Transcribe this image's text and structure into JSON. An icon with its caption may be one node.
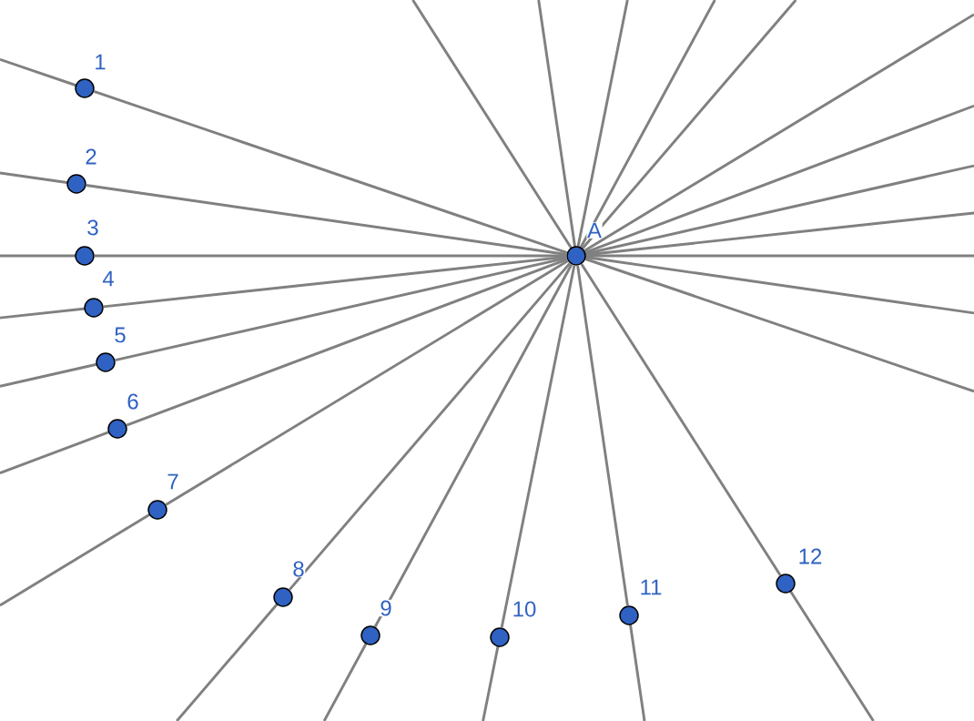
{
  "diagram": {
    "nodes": [
      {
        "text": [],
        "shape": "circle",
        "beside": [
          "1"
        ]
      },
      {
        "text": [],
        "shape": "circle",
        "beside": [
          "2"
        ]
      },
      {
        "text": [],
        "shape": "circle",
        "beside": [
          "3"
        ]
      },
      {
        "text": [],
        "shape": "circle",
        "beside": [
          "4"
        ]
      },
      {
        "text": [],
        "shape": "circle",
        "beside": [
          "5"
        ]
      },
      {
        "text": [],
        "shape": "circle",
        "beside": [
          "6"
        ]
      },
      {
        "text": [],
        "shape": "circle",
        "beside": [
          "7"
        ]
      },
      {
        "text": [],
        "shape": "circle",
        "beside": [
          "8"
        ]
      },
      {
        "text": [],
        "shape": "circle",
        "beside": [
          "9"
        ]
      },
      {
        "text": [],
        "shape": "circle",
        "beside": [
          "10"
        ]
      },
      {
        "text": [],
        "shape": "circle",
        "beside": [
          "11"
        ]
      },
      {
        "text": [],
        "shape": "circle",
        "beside": [
          "12"
        ]
      },
      {
        "text": [],
        "shape": "circle",
        "beside": [
          "A"
        ]
      }
    ],
    "edges": [
      {
        "from": 0,
        "to": 12,
        "arrow": "none"
      },
      {
        "from": 1,
        "to": 12,
        "arrow": "none"
      },
      {
        "from": 2,
        "to": 12,
        "arrow": "none"
      },
      {
        "from": 3,
        "to": 12,
        "arrow": "none"
      },
      {
        "from": 4,
        "to": 12,
        "arrow": "none"
      },
      {
        "from": 5,
        "to": 12,
        "arrow": "none"
      },
      {
        "from": 6,
        "to": 12,
        "arrow": "none"
      },
      {
        "from": 7,
        "to": 12,
        "arrow": "none"
      },
      {
        "from": 8,
        "to": 12,
        "arrow": "none"
      },
      {
        "from": 9,
        "to": 12,
        "arrow": "none"
      },
      {
        "from": 10,
        "to": 12,
        "arrow": "none"
      },
      {
        "from": 11,
        "to": 12,
        "arrow": "none"
      }
    ]
  }
}
